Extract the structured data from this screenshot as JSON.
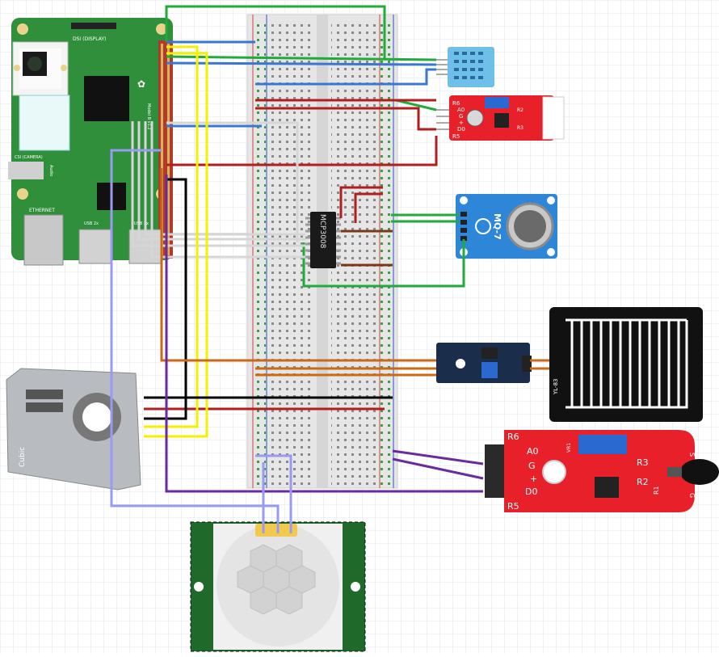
{
  "raspberry_pi": {
    "dsi_label": "DSI (DISPLAY)",
    "csi_label": "CSI (CAMERA)",
    "audio_label": "Audio",
    "ethernet_label": "ETHERNET",
    "usb_label_1": "USB 2x",
    "usb_label_2": "USB 2x",
    "model_label": "Model B v1.2",
    "colors": {
      "board": "#2f8f3a",
      "header": "#b23a2a"
    }
  },
  "breadboard": {
    "colors": {
      "body": "#e8e8e8",
      "rail_red": "#d04040",
      "rail_blue": "#3050c0"
    }
  },
  "adc_chip": {
    "label": "MCP3008"
  },
  "dht11": {
    "colors": {
      "body": "#6fc0e8"
    }
  },
  "sound_sensor": {
    "pin_labels": [
      "A0",
      "G",
      "+",
      "D0"
    ],
    "ref_labels": [
      "R6",
      "R5",
      "R2",
      "R3"
    ],
    "colors": {
      "board": "#e8202a"
    }
  },
  "mq7": {
    "label": "MQ-7",
    "colors": {
      "board": "#2e86d8"
    }
  },
  "rain_module": {
    "colors": {
      "board": "#1a2d4a"
    }
  },
  "rain_plate": {
    "label": "YL-83",
    "colors": {
      "plate": "#111111"
    }
  },
  "flame_sensor": {
    "pin_labels": [
      "A0",
      "G",
      "+",
      "D0"
    ],
    "ref_labels": [
      "R6",
      "R5",
      "R3",
      "R2",
      "R1",
      "VR1",
      "S",
      "G"
    ],
    "colors": {
      "board": "#e8202a"
    }
  },
  "pm_sensor": {
    "brand": "Cubic",
    "colors": {
      "body": "#b8bcc0"
    }
  },
  "pir_sensor": {
    "colors": {
      "board": "#1f6a2a",
      "dome": "#eeeeee"
    }
  },
  "wire_colors": {
    "red": "#b01e1e",
    "green": "#22aa3a",
    "blue": "#3a78d0",
    "yellow": "#f5f000",
    "white": "#d6d6d6",
    "black": "#000000",
    "orange": "#c86a18",
    "purple": "#6a2aa0",
    "lavender": "#9a9af0"
  }
}
